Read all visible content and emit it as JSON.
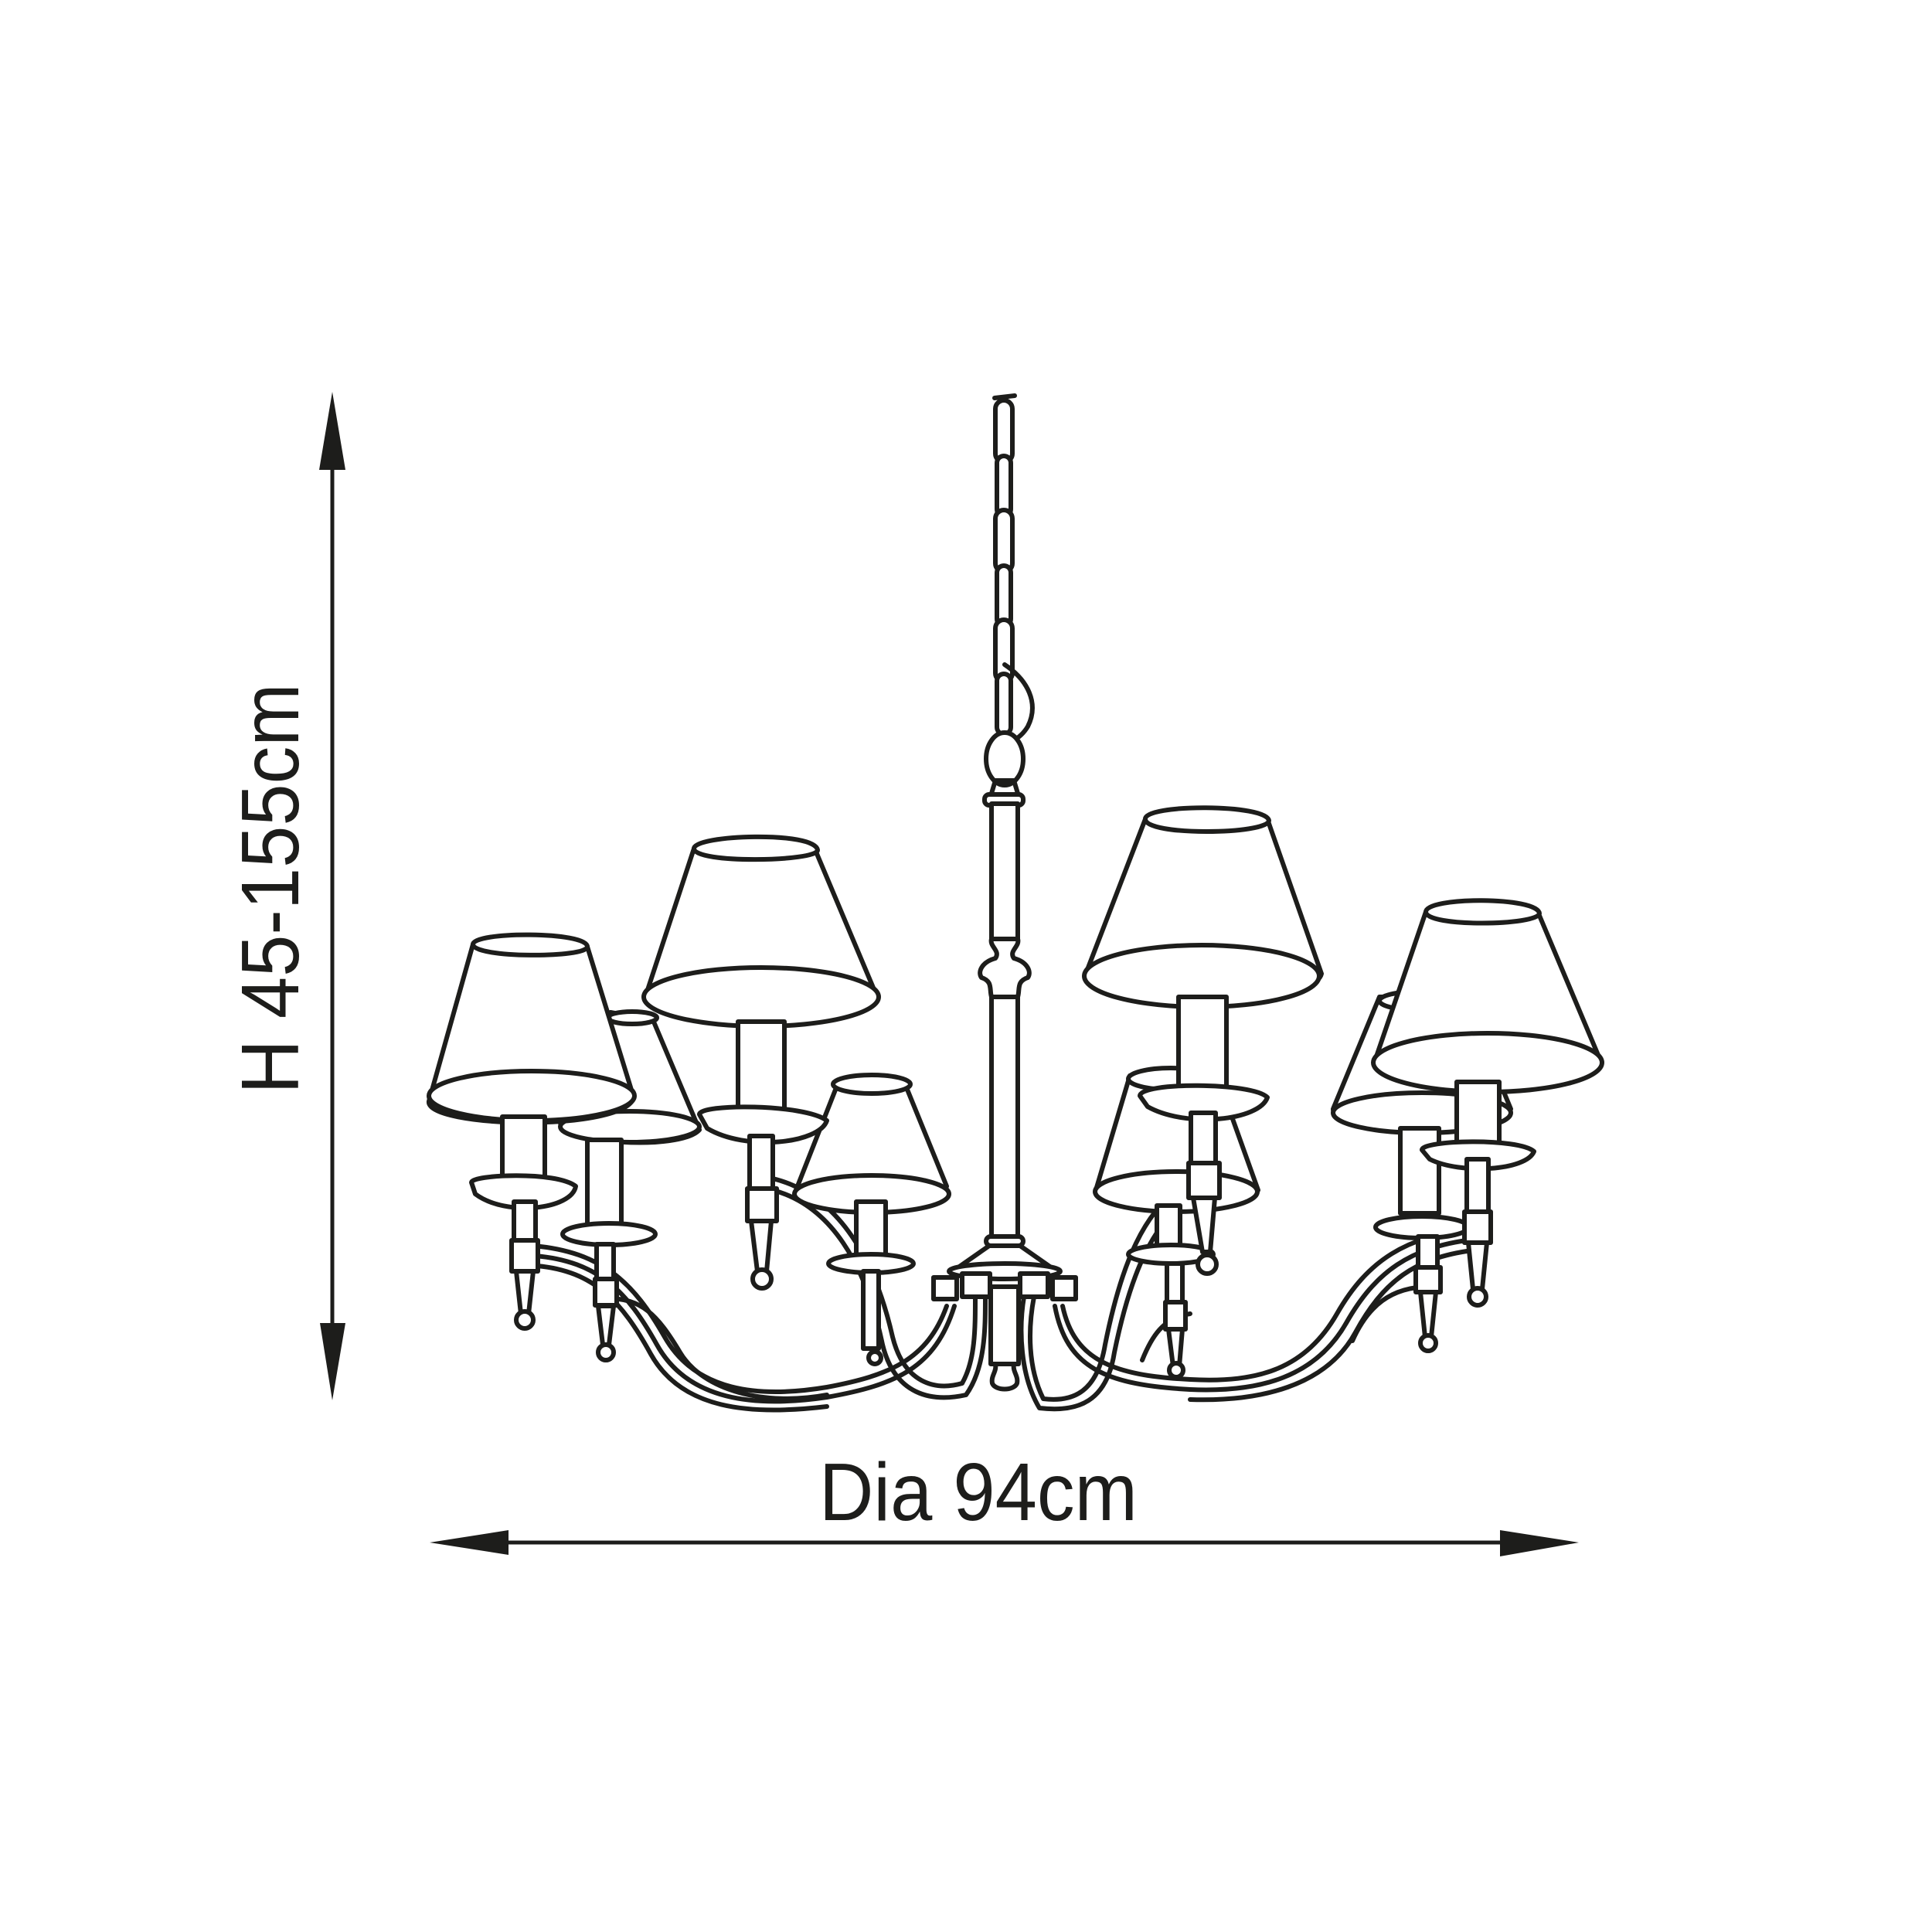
{
  "diagram": {
    "type": "product-dimension-drawing",
    "subject": "chandelier",
    "lamp_count": 8,
    "line_color": "#1d1d1b",
    "background_color": "#ffffff"
  },
  "dimensions": {
    "height": {
      "label": "H 45-155cm",
      "orientation": "vertical",
      "arrow": "double-headed"
    },
    "diameter": {
      "label": "Dia 94cm",
      "orientation": "horizontal",
      "arrow": "double-headed"
    }
  }
}
